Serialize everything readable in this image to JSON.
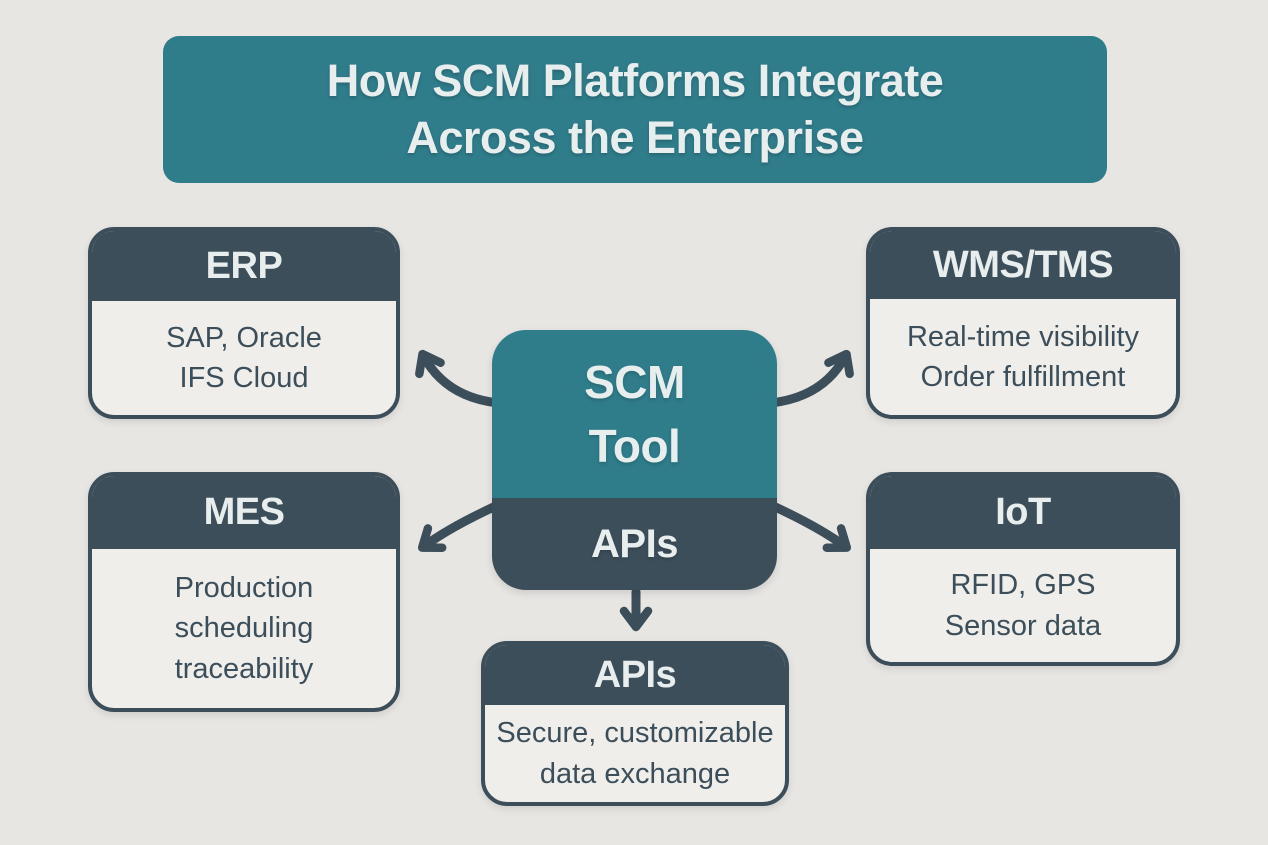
{
  "title": {
    "line1": "How SCM Platforms Integrate",
    "line2": "Across the Enterprise"
  },
  "center": {
    "title": "SCM\nTool",
    "sub": "APIs"
  },
  "nodes": {
    "erp": {
      "title": "ERP",
      "body": "SAP, Oracle\nIFS Cloud"
    },
    "wms": {
      "title": "WMS/TMS",
      "body": "Real-time visibility\nOrder fulfillment"
    },
    "mes": {
      "title": "MES",
      "body": "Production\nscheduling\ntraceability"
    },
    "iot": {
      "title": "IoT",
      "body": "RFID, GPS\nSensor data"
    },
    "apis": {
      "title": "APIs",
      "body": "Secure, customizable\ndata exchange"
    }
  },
  "connections": [
    {
      "from": "SCM Tool",
      "to": "ERP"
    },
    {
      "from": "SCM Tool",
      "to": "WMS/TMS"
    },
    {
      "from": "SCM Tool",
      "to": "MES"
    },
    {
      "from": "SCM Tool",
      "to": "IoT"
    },
    {
      "from": "SCM Tool",
      "to": "APIs"
    }
  ],
  "colors": {
    "teal": "#2f7c8a",
    "slate": "#3c4e5a",
    "bg": "#e8e6e3",
    "card": "#efeeeb",
    "light": "#e8edee"
  }
}
